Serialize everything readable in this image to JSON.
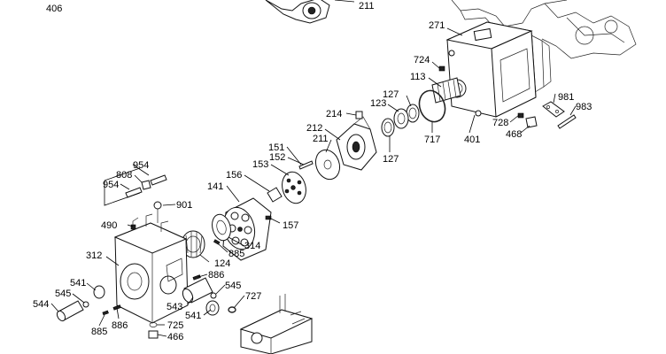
{
  "diagram": {
    "labels": {
      "p406": "406",
      "p211a": "211",
      "p271": "271",
      "p724": "724",
      "p113": "113",
      "p127a": "127",
      "p123": "123",
      "p214": "214",
      "p212": "212",
      "p211": "211",
      "p151": "151",
      "p152": "152",
      "p153": "153",
      "p717": "717",
      "p127b": "127",
      "p401": "401",
      "p728": "728",
      "p468": "468",
      "p981": "981",
      "p983": "983",
      "p954a": "954",
      "p808": "808",
      "p954b": "954",
      "p156": "156",
      "p141": "141",
      "p901": "901",
      "p490": "490",
      "p157": "157",
      "p314": "314",
      "p885a": "885",
      "p124": "124",
      "p312": "312",
      "p886a": "886",
      "p541a": "541",
      "p545a": "545",
      "p544": "544",
      "p543": "543",
      "p545b": "545",
      "p727": "727",
      "p541b": "541",
      "p885b": "885",
      "p886b": "886",
      "p725": "725",
      "p466": "466"
    }
  }
}
